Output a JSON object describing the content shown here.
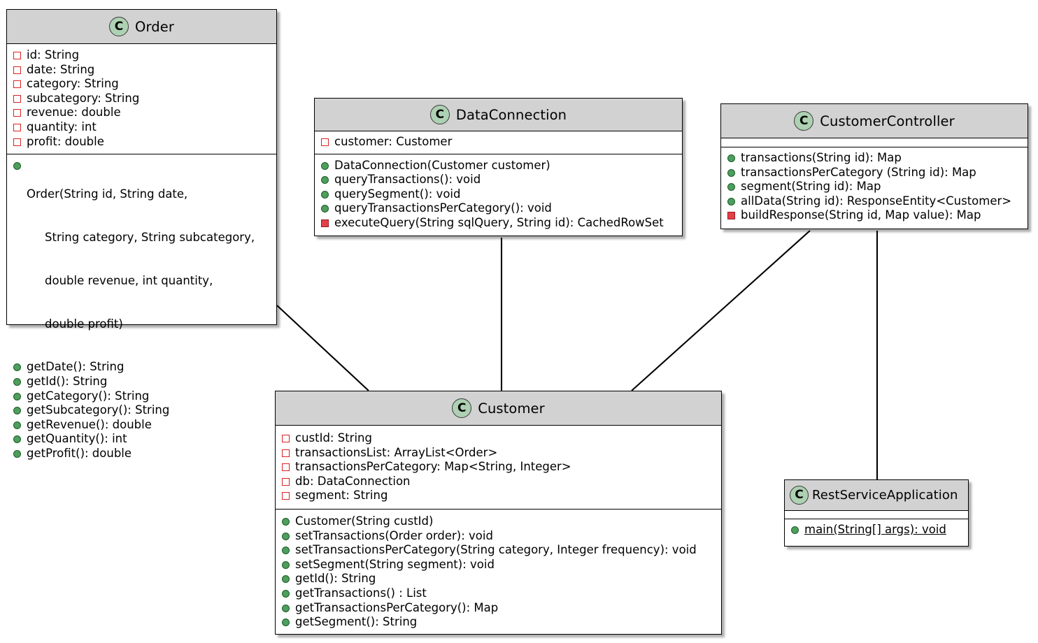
{
  "diagram": {
    "type": "uml-class-diagram",
    "icon_letter": "C",
    "colors": {
      "header_fill": "#d2d2d2",
      "class_icon_fill": "#ADD1B2",
      "private_marker": "#dd2222",
      "public_method_marker": "#4e9e5c",
      "private_method_marker": "#e3404a",
      "border": "#000000",
      "background": "#ffffff"
    }
  },
  "classes": [
    {
      "id": "order",
      "name": "Order",
      "attributes": [
        {
          "visibility": "private-field",
          "text": "id: String"
        },
        {
          "visibility": "private-field",
          "text": "date: String"
        },
        {
          "visibility": "private-field",
          "text": "category: String"
        },
        {
          "visibility": "private-field",
          "text": "subcategory: String"
        },
        {
          "visibility": "private-field",
          "text": "revenue: double"
        },
        {
          "visibility": "private-field",
          "text": "quantity: int"
        },
        {
          "visibility": "private-field",
          "text": "profit: double"
        }
      ],
      "methods": [
        {
          "visibility": "public-method",
          "text": "Order(String id, String date,",
          "continuation": [
            "String category, String subcategory,",
            "double revenue, int quantity,",
            "double profit)"
          ]
        },
        {
          "visibility": "public-method",
          "text": "getDate(): String"
        },
        {
          "visibility": "public-method",
          "text": "getId(): String"
        },
        {
          "visibility": "public-method",
          "text": "getCategory(): String"
        },
        {
          "visibility": "public-method",
          "text": "getSubcategory(): String"
        },
        {
          "visibility": "public-method",
          "text": "getRevenue(): double"
        },
        {
          "visibility": "public-method",
          "text": "getQuantity(): int"
        },
        {
          "visibility": "public-method",
          "text": "getProfit(): double"
        }
      ]
    },
    {
      "id": "dataconnection",
      "name": "DataConnection",
      "attributes": [
        {
          "visibility": "private-field",
          "text": "customer: Customer"
        }
      ],
      "methods": [
        {
          "visibility": "public-method",
          "text": "DataConnection(Customer customer)"
        },
        {
          "visibility": "public-method",
          "text": "queryTransactions(): void"
        },
        {
          "visibility": "public-method",
          "text": "querySegment(): void"
        },
        {
          "visibility": "public-method",
          "text": "queryTransactionsPerCategory(): void"
        },
        {
          "visibility": "private-method",
          "text": "executeQuery(String sqlQuery, String id): CachedRowSet"
        }
      ]
    },
    {
      "id": "customercontroller",
      "name": "CustomerController",
      "attributes": [],
      "methods": [
        {
          "visibility": "public-method",
          "text": "transactions(String id): Map"
        },
        {
          "visibility": "public-method",
          "text": "transactionsPerCategory (String id): Map"
        },
        {
          "visibility": "public-method",
          "text": "segment(String id): Map"
        },
        {
          "visibility": "public-method",
          "text": "allData(String id): ResponseEntity<Customer>"
        },
        {
          "visibility": "private-method",
          "text": "buildResponse(String id, Map value): Map"
        }
      ]
    },
    {
      "id": "customer",
      "name": "Customer",
      "attributes": [
        {
          "visibility": "private-field",
          "text": "custId: String"
        },
        {
          "visibility": "private-field",
          "text": "transactionsList: ArrayList<Order>"
        },
        {
          "visibility": "private-field",
          "text": "transactionsPerCategory: Map<String, Integer>"
        },
        {
          "visibility": "private-field",
          "text": "db: DataConnection"
        },
        {
          "visibility": "private-field",
          "text": "segment: String"
        }
      ],
      "methods": [
        {
          "visibility": "public-method",
          "text": "Customer(String custId)"
        },
        {
          "visibility": "public-method",
          "text": "setTransactions(Order order): void"
        },
        {
          "visibility": "public-method",
          "text": "setTransactionsPerCategory(String category, Integer frequency): void"
        },
        {
          "visibility": "public-method",
          "text": "setSegment(String segment): void"
        },
        {
          "visibility": "public-method",
          "text": "getId(): String"
        },
        {
          "visibility": "public-method",
          "text": "getTransactions() : List"
        },
        {
          "visibility": "public-method",
          "text": "getTransactionsPerCategory(): Map"
        },
        {
          "visibility": "public-method",
          "text": "getSegment(): String"
        }
      ]
    },
    {
      "id": "restserviceapplication",
      "name": "RestServiceApplication",
      "attributes": [],
      "methods": [
        {
          "visibility": "public-method",
          "text": "main(String[] args): void",
          "static": true
        }
      ]
    }
  ],
  "connections": [
    {
      "from": "order",
      "to": "customer"
    },
    {
      "from": "dataconnection",
      "to": "customer"
    },
    {
      "from": "customercontroller",
      "to": "customer"
    },
    {
      "from": "customercontroller",
      "to": "restserviceapplication"
    }
  ]
}
